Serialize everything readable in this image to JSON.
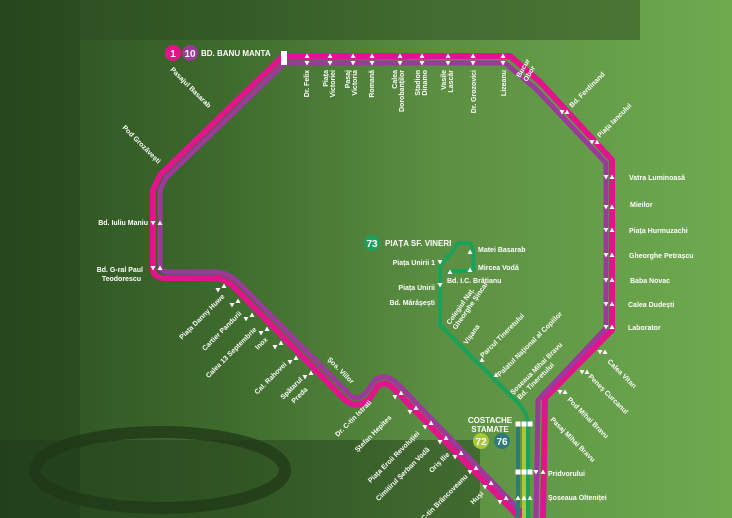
{
  "routes": {
    "r1": {
      "number": "1",
      "color": "#e0158c"
    },
    "r10": {
      "number": "10",
      "color": "#9b3a9a"
    },
    "r73": {
      "number": "73",
      "color": "#1aa15a"
    },
    "r72": {
      "number": "72",
      "color": "#a8c83a"
    },
    "r76": {
      "number": "76",
      "color": "#2e7a7a"
    }
  },
  "terminals": {
    "banu_manta": "BD. BANU MANTA",
    "sf_vineri": "PIAȚA SF. VINERI",
    "costache_1": "COSTACHE",
    "costache_2": "STAMATE"
  },
  "top_stops": [
    "Dr. Felix",
    "Piața",
    "Victoriei",
    "Pasaj",
    "Victoria",
    "Romană",
    "Calea",
    "Dorobanților",
    "Stadion",
    "Dinamo",
    "Vasile",
    "Lascăr",
    "Dr. Grozovici",
    "Lizeanu",
    "Bucur",
    "Obor"
  ],
  "right_stops": [
    "Bd. Ferdinand",
    "Piața Iancului",
    "Vatra Luminoasă",
    "Mieilor",
    "Piața Hurmuzachi",
    "Gheorghe Petrașcu",
    "Baba Novac",
    "Calea Dudești",
    "Laborator",
    "Calea Vitan",
    "Peneș Curcanul",
    "Pod Mihai Bravu",
    "Pasaj Mihai Bravu",
    "Pridvorului",
    "Șoseaua Olteniței"
  ],
  "left_stops": [
    "Pasajul Basarab",
    "Pod Grozăvești",
    "Bd. Iuliu Maniu",
    "Bd. G-ral Paul",
    "Teodorescu"
  ],
  "lower_stops": [
    "Piața Danny Huwe",
    "Cartier Pandurii",
    "Calea 13 Septembrie",
    "Inox",
    "Cal. Rahovei",
    "Spătarul",
    "Preda",
    "Șos. Viilor",
    "Dr. C-tin Istrati",
    "Ștefan Hepites",
    "Piața Eroii Revoluției",
    "Cimitirul Șerban Vodă",
    "Oriș Ilie",
    "C-tin Brâncoveanu",
    "Huși"
  ],
  "green_stops": [
    "Matei Basarab",
    "Piața Unirii 1",
    "Mircea Vodă",
    "Bd. I.C. Brătianu",
    "Piața Unirii",
    "Bd. Mărășești",
    "Colegiul Naț.",
    "Gheorghe Șincai",
    "Vișana",
    "Parcul Tineretului",
    "Palatul Național al Copiilor",
    "Șoseaua Mihai Bravu",
    "Bd. Tineretului"
  ]
}
